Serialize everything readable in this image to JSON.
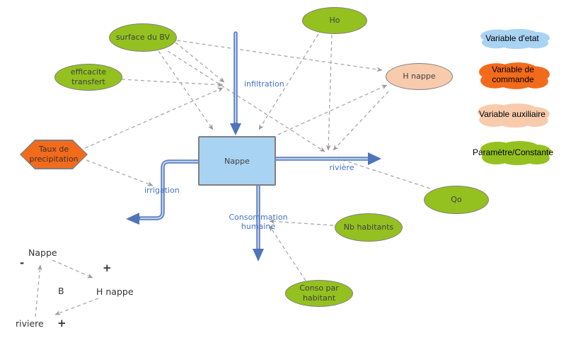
{
  "nodes": {
    "surface_bv": "surface du BV",
    "efficacite": "efficacite transfert",
    "ho": "Ho",
    "h_nappe": "H nappe",
    "taux": "Taux de precipitation",
    "qo": "Qo",
    "nb_habitants": "Nb habitants",
    "conso_par_habitant": "Conso par habitant",
    "stock": "Nappe"
  },
  "flows": {
    "infiltration": "infiltration",
    "riviere": "rivière",
    "irrigation": "irrigation",
    "consommation": "Consommation humaine"
  },
  "legend": {
    "items": [
      {
        "label": "Variable d'etat",
        "color": "#a9d3f3"
      },
      {
        "label": "Variable de commande",
        "color": "#f26b1c"
      },
      {
        "label": "Variable auxiliaire",
        "color": "#f8cbad"
      },
      {
        "label": "Paramètre/Constante",
        "color": "#94c11f"
      }
    ]
  },
  "loop": {
    "nappe": "Nappe",
    "h_nappe": "H nappe",
    "riviere": "riviere",
    "loop_label": "B",
    "sign_nappe": "-",
    "sign_h_nappe": "+",
    "sign_riviere": "+"
  },
  "colors": {
    "state_fill": "#a9d3f3",
    "command_fill": "#f26b1c",
    "auxiliary_fill": "#f8cbad",
    "parameter_fill": "#94c11f",
    "flow_pipe_blue": "#5b7fbf",
    "flow_label_blue": "#4472c4",
    "connector_gray": "#a8a8a8",
    "shape_border_gray": "#7f7f7f"
  }
}
